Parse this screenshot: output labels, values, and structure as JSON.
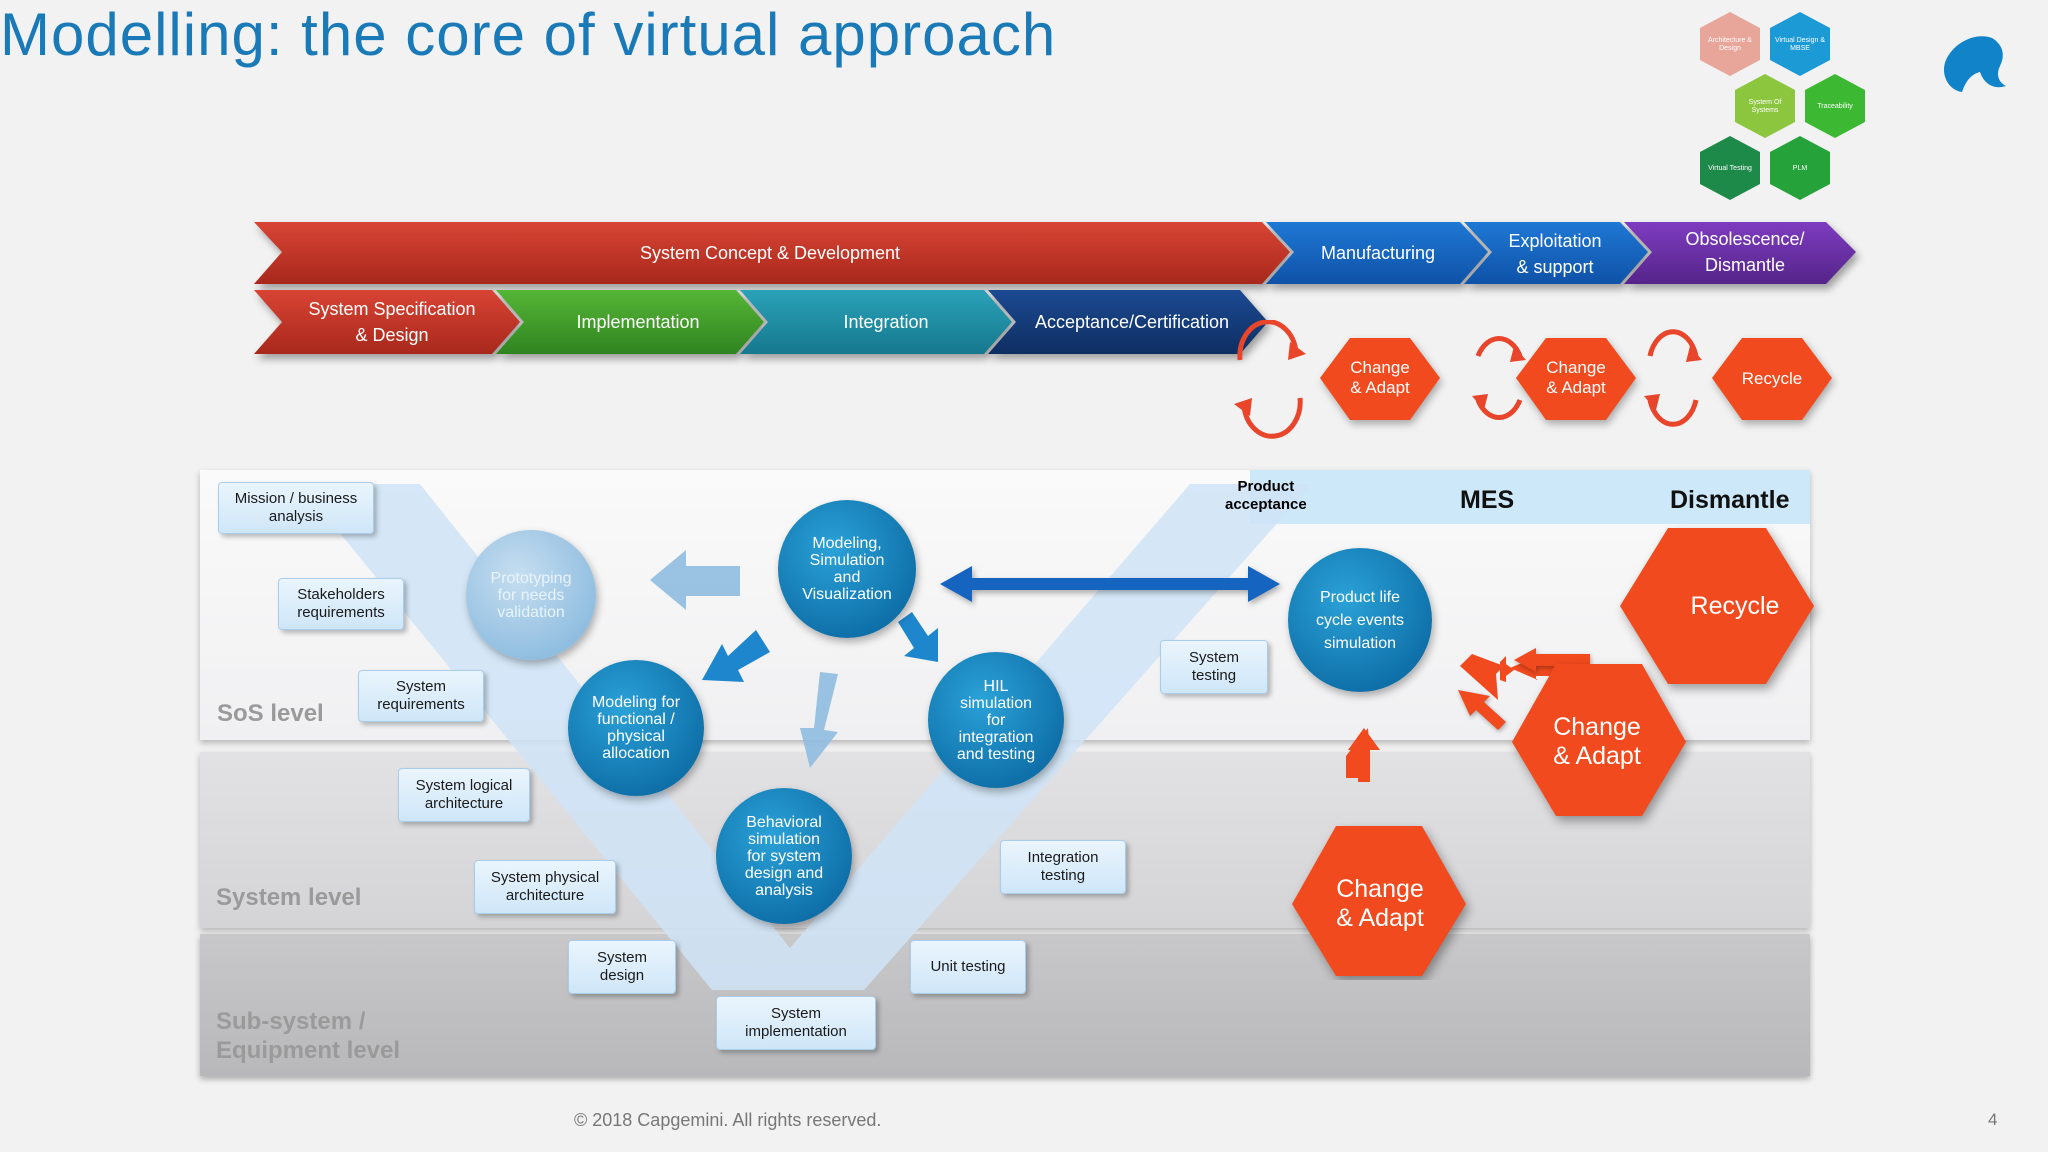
{
  "title": "Modelling: the core of virtual approach",
  "brand_hexes": {
    "arch": "Architecture & Design",
    "virtual_design": "Virtual Design & MBSE",
    "sos": "System Of Systems",
    "traceability": "Traceability",
    "virtual_testing": "Virtual Testing",
    "plm": "PLM"
  },
  "phases": {
    "concept": "System Concept &  Development",
    "manufacturing": "Manufacturing",
    "exploitation": [
      "Exploitation",
      "& support"
    ],
    "obsolescence": [
      "Obsolescence/",
      "Dismantle"
    ],
    "spec": [
      "System Specification",
      "& Design"
    ],
    "implementation": "Implementation",
    "integration": "Integration",
    "acceptance": "Acceptance/Certification"
  },
  "small_hexes": {
    "change1": [
      "Change",
      "& Adapt"
    ],
    "change2": [
      "Change",
      "& Adapt"
    ],
    "recycle": "Recycle"
  },
  "levels": {
    "sos": "SoS level",
    "system": "System level",
    "subsystem": [
      "Sub-system /",
      "Equipment level"
    ]
  },
  "header_labels": {
    "product_acceptance": [
      "Product",
      "acceptance"
    ],
    "mes": "MES",
    "dismantle": "Dismantle"
  },
  "boxes": {
    "mission": [
      "Mission / business",
      "analysis"
    ],
    "stakeholders": [
      "Stakeholders",
      "requirements"
    ],
    "sysreq": [
      "System",
      "requirements"
    ],
    "logical": [
      "System logical",
      "architecture"
    ],
    "physical": [
      "System physical",
      "architecture"
    ],
    "design": [
      "System",
      "design"
    ],
    "implementation": [
      "System",
      "implementation"
    ],
    "unit": "Unit testing",
    "integration": [
      "Integration",
      "testing"
    ],
    "systest": [
      "System",
      "testing"
    ]
  },
  "circles": {
    "prototyping": [
      "Prototyping",
      "for needs",
      "validation"
    ],
    "modeling": [
      "Modeling,",
      "Simulation",
      "and",
      "Visualization"
    ],
    "functional": [
      "Modeling for",
      "functional  /",
      "physical",
      "allocation"
    ],
    "behavioral": [
      "Behavioral",
      "simulation",
      "for system",
      "design and",
      "analysis"
    ],
    "hil": [
      "HIL",
      "simulation",
      "for",
      "integration",
      "and testing"
    ],
    "lifecycle": [
      "Product  life",
      "cycle  events",
      "simulation"
    ]
  },
  "big_hexes": {
    "recycle": "Recycle",
    "change_top": [
      "Change",
      "& Adapt"
    ],
    "change_bottom": [
      "Change",
      "& Adapt"
    ]
  },
  "footer": {
    "copyright": "© 2018 Capgemini. All rights reserved.",
    "page": "4"
  },
  "colors": {
    "title": "#1a7ab8",
    "red_phase": "#c0392b",
    "blue_phase": "#1565c0",
    "purple_phase": "#6a2fa0",
    "green_phase": "#3f9a2a",
    "teal_phase": "#1f8aa0",
    "navy_phase": "#123a78",
    "orange_hex": "#f04a1e",
    "circle_blue": "#1483c4"
  }
}
